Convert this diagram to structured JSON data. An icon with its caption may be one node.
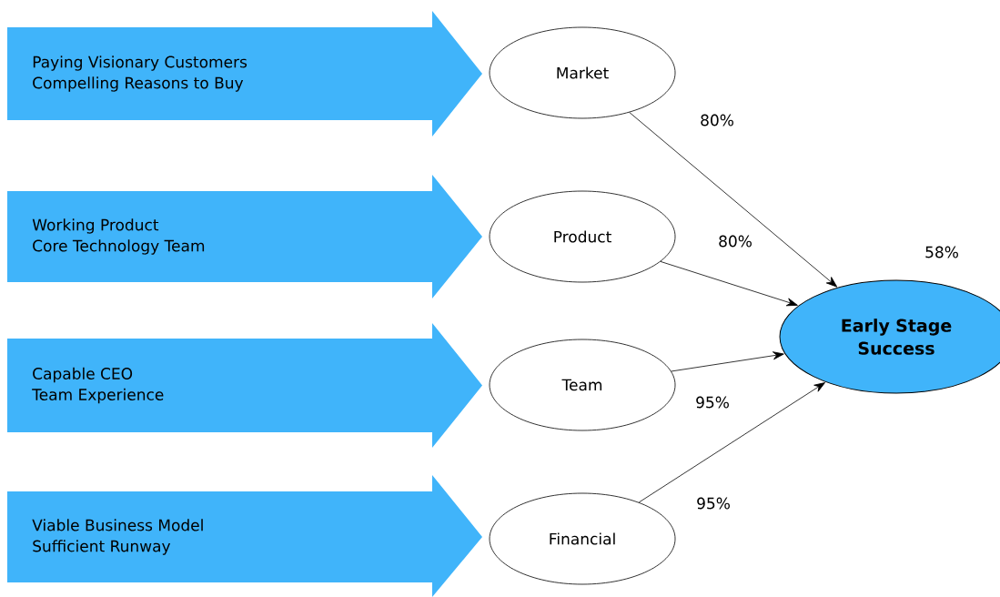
{
  "diagram": {
    "nodes": [
      {
        "text": [
          "Paying Visionary Customers",
          "Compelling Reasons to Buy"
        ]
      },
      {
        "text": [
          "Market"
        ]
      },
      {
        "text": [
          "Working Product",
          "Core Technology Team"
        ]
      },
      {
        "text": [
          "Product"
        ]
      },
      {
        "text": [
          "Capable CEO",
          "Team Experience"
        ]
      },
      {
        "text": [
          "Team"
        ]
      },
      {
        "text": [
          "Viable Business Model",
          "Sufficient Runway"
        ]
      },
      {
        "text": [
          "Financial"
        ]
      },
      {
        "text": [
          "Early Stage Success"
        ],
        "beside": [
          "58%"
        ]
      }
    ],
    "edges": [
      {
        "from": 1,
        "to": 8,
        "arrow": "to",
        "label": "80%"
      },
      {
        "from": 3,
        "to": 8,
        "arrow": "to",
        "label": "80%"
      },
      {
        "from": 5,
        "to": 8,
        "arrow": "to",
        "label": "95%"
      },
      {
        "from": 7,
        "to": 8,
        "arrow": "to",
        "label": "95%"
      }
    ]
  }
}
